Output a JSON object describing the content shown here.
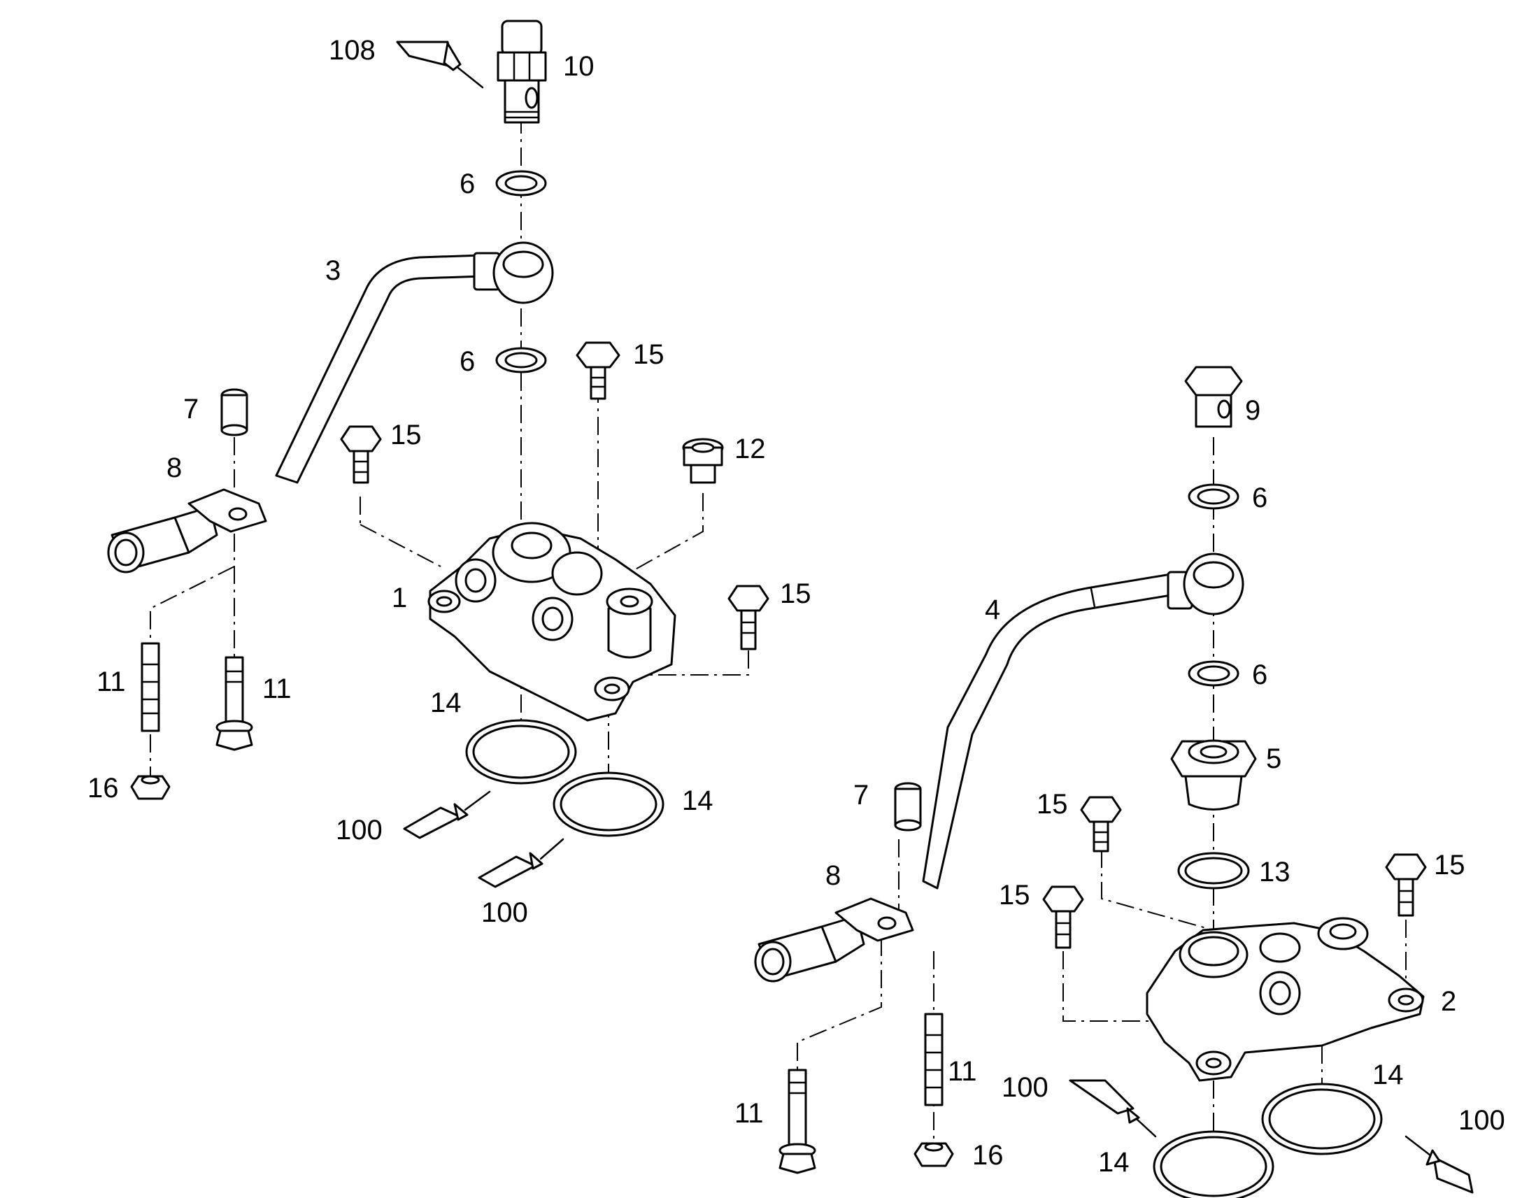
{
  "labels": {
    "l108": "108",
    "l10": "10",
    "l6a": "6",
    "l3": "3",
    "l6b": "6",
    "l15a": "15",
    "l7a": "7",
    "l15b": "15",
    "l12": "12",
    "l8a": "8",
    "l1": "1",
    "l15c": "15",
    "l11a": "11",
    "l11b": "11",
    "l14a": "14",
    "l16a": "16",
    "l14b": "14",
    "l100a": "100",
    "l100b": "100",
    "l9": "9",
    "l6c": "6",
    "l4": "4",
    "l6d": "6",
    "l5": "5",
    "l7b": "7",
    "l15d": "15",
    "l13": "13",
    "l15e": "15",
    "l8b": "8",
    "l15f": "15",
    "l2": "2",
    "l11c": "11",
    "l100c": "100",
    "l14c": "14",
    "l11d": "11",
    "l100d": "100",
    "l16b": "16",
    "l14d": "14"
  },
  "colors": {
    "line": "#000000",
    "background": "#ffffff"
  }
}
